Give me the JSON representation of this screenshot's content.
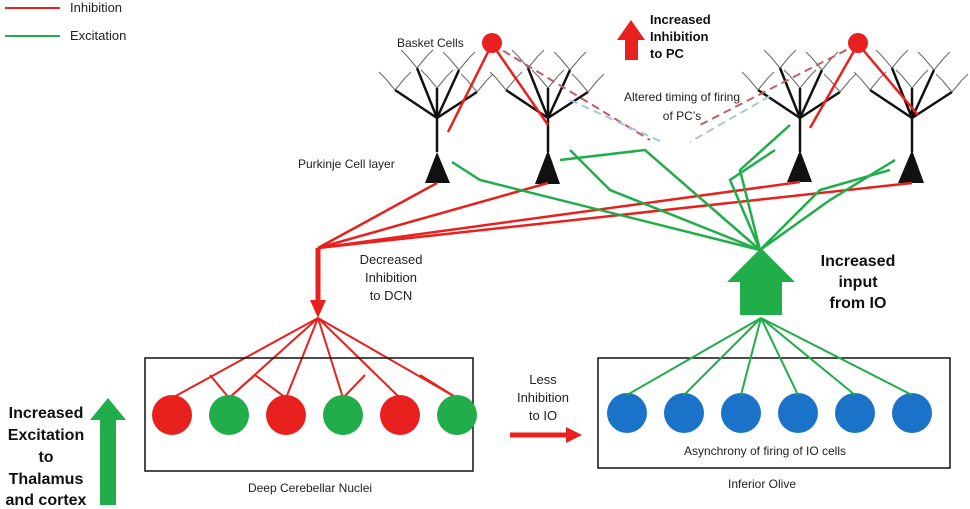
{
  "legend": [
    {
      "label": "Inhibition",
      "color": "#e8201e"
    },
    {
      "label": "Excitation",
      "color": "#20ad4a"
    }
  ],
  "labels": {
    "basket_cells": "Basket Cells",
    "purkinje_layer": "Purkinje Cell layer",
    "altered_timing": [
      "Altered timing of firing",
      "of PC’s"
    ],
    "increased_inhibition_pc": [
      "Increased",
      "Inhibition",
      "to PC"
    ],
    "decreased_inhibition_dcn": [
      "Decreased",
      "Inhibition",
      "to DCN"
    ],
    "increased_input_io": [
      "Increased",
      "input",
      "from IO"
    ],
    "less_inhibition_io": [
      "Less",
      "Inhibition",
      "to IO"
    ],
    "increased_excitation": [
      "Increased",
      "Excitation",
      "to",
      "Thalamus",
      "and cortex"
    ],
    "dcn_caption": "Deep Cerebellar Nuclei",
    "io_caption": "Inferior Olive",
    "io_asynchrony": "Asynchrony of firing of IO cells"
  },
  "colors": {
    "inhibition": "#e8201e",
    "excitation": "#20ad4a",
    "io_cell": "#1a73c8",
    "dashed_red": "#c06060",
    "dashed_blue": "#a9c4e3"
  },
  "dcn_cells": [
    "inhibitory",
    "excitatory",
    "inhibitory",
    "excitatory",
    "inhibitory",
    "excitatory"
  ],
  "io_cell_count": 6
}
